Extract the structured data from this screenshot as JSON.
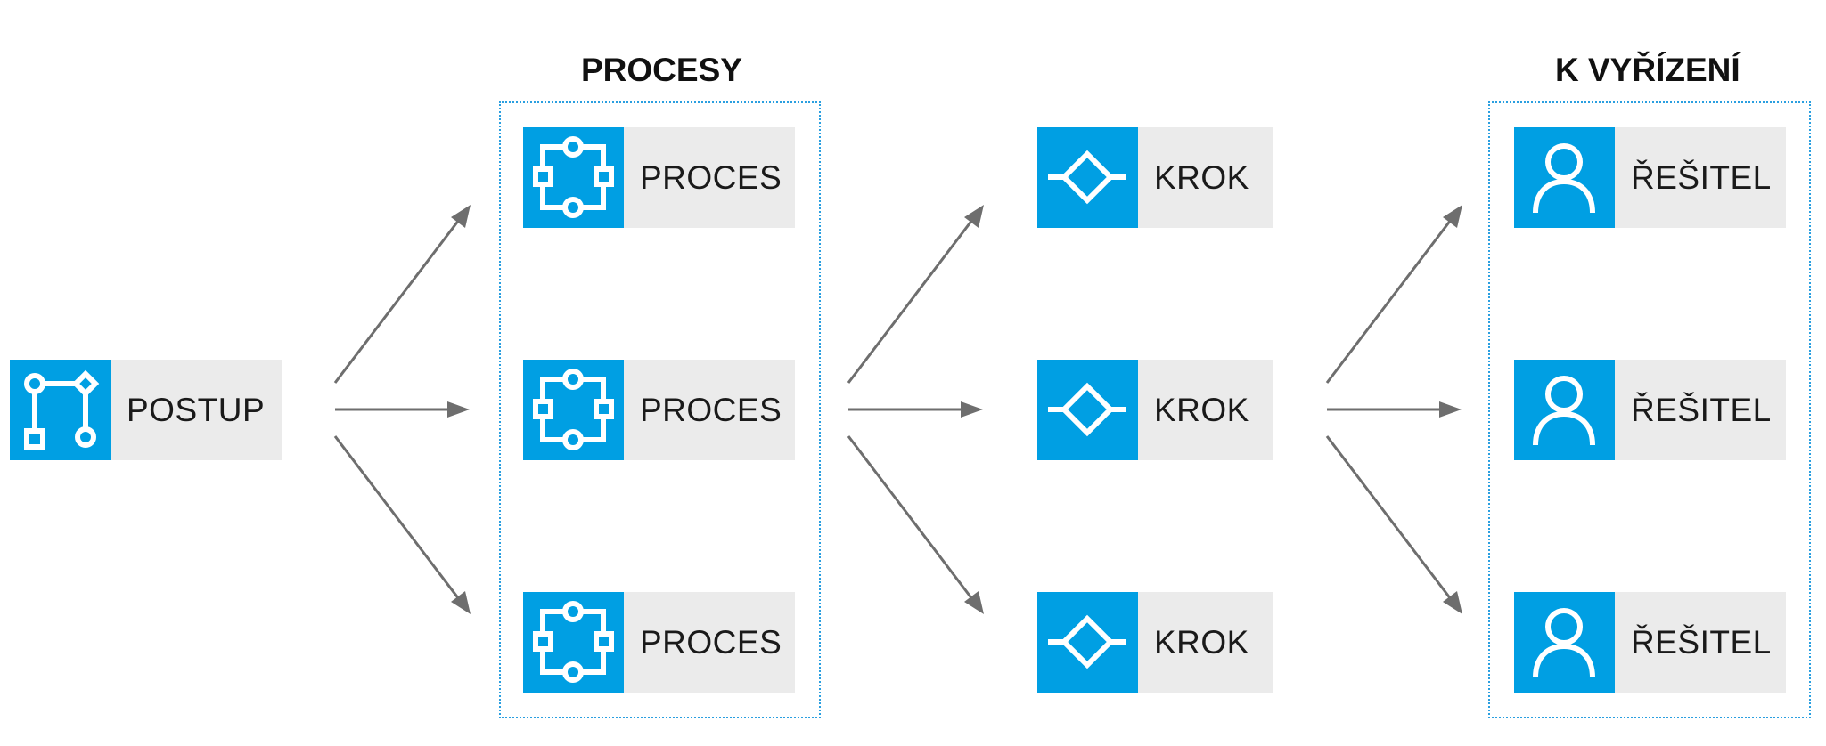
{
  "groups": {
    "procesy": {
      "title": "PROCESY"
    },
    "k_vyrizeni": {
      "title": "K VYŘÍZENÍ"
    }
  },
  "nodes": {
    "postup": {
      "label": "POSTUP",
      "icon": "workflow-icon"
    },
    "proces": [
      {
        "label": "PROCES",
        "icon": "process-icon"
      },
      {
        "label": "PROCES",
        "icon": "process-icon"
      },
      {
        "label": "PROCES",
        "icon": "process-icon"
      }
    ],
    "krok": [
      {
        "label": "KROK",
        "icon": "decision-step-icon"
      },
      {
        "label": "KROK",
        "icon": "decision-step-icon"
      },
      {
        "label": "KROK",
        "icon": "decision-step-icon"
      }
    ],
    "resitel": [
      {
        "label": "ŘEŠITEL",
        "icon": "user-icon"
      },
      {
        "label": "ŘEŠITEL",
        "icon": "user-icon"
      },
      {
        "label": "ŘEŠITEL",
        "icon": "user-icon"
      }
    ]
  },
  "colors": {
    "accent": "#009fe3",
    "label_background": "#ebebeb",
    "arrow": "#6e6e6e",
    "group_border": "#2a9fe0"
  }
}
